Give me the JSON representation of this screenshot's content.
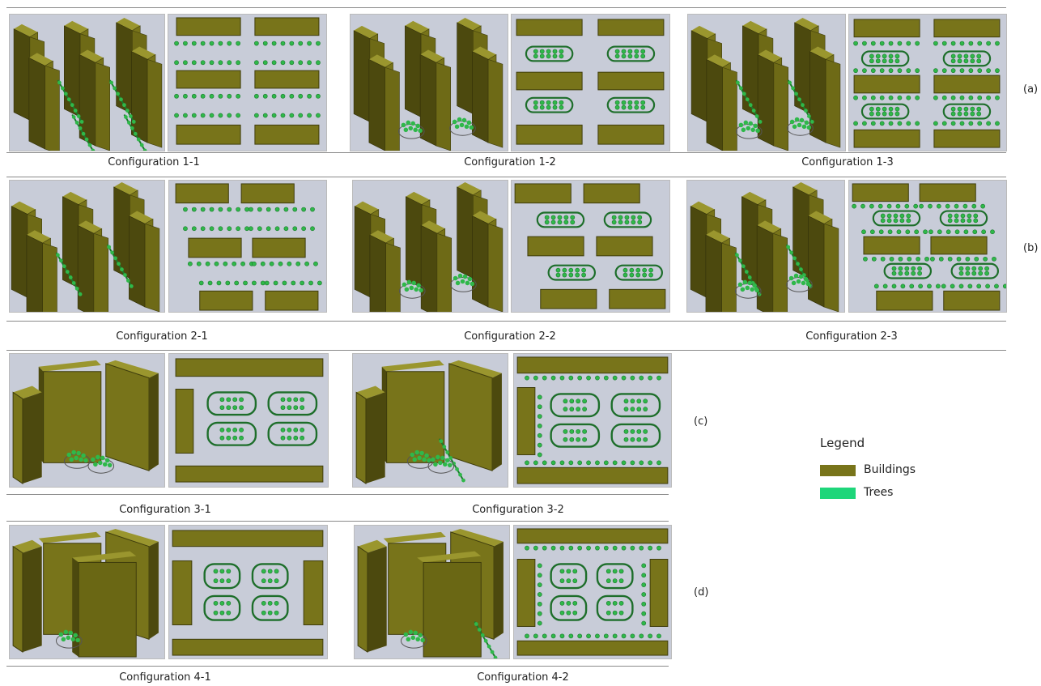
{
  "colors": {
    "building": "#78741a",
    "building_dark": "#4c490e",
    "building_light": "#9a962e",
    "tree": "#2fb84a",
    "tree_dark": "#1b7a2c",
    "panel_bg": "#c8ccd8",
    "legend_tree": "#1ed67a"
  },
  "rows": {
    "a": "(a)",
    "b": "(b)",
    "c": "(c)",
    "d": "(d)"
  },
  "captions": {
    "c11": "Configuration 1-1",
    "c12": "Configuration 1-2",
    "c13": "Configuration 1-3",
    "c21": "Configuration 2-1",
    "c22": "Configuration 2-2",
    "c23": "Configuration 2-3",
    "c31": "Configuration 3-1",
    "c32": "Configuration 3-2",
    "c41": "Configuration 4-1",
    "c42": "Configuration 4-2"
  },
  "legend": {
    "title": "Legend",
    "items": [
      {
        "label": "Buildings",
        "color": "#78741a"
      },
      {
        "label": "Trees",
        "color": "#1ed67a"
      }
    ]
  }
}
